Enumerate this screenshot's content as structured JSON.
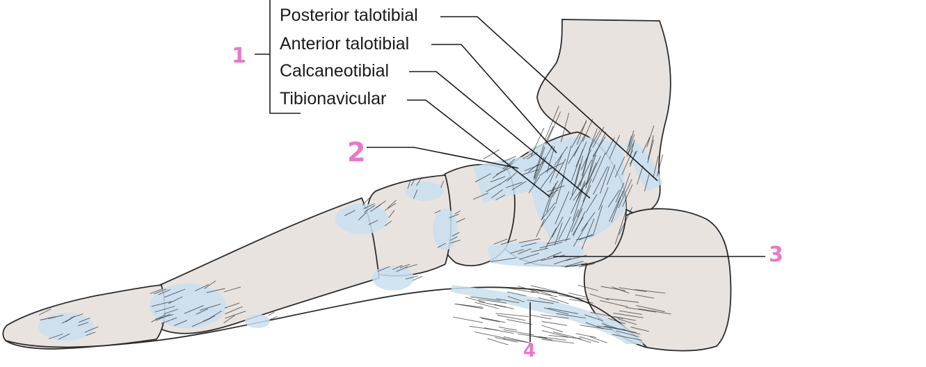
{
  "labels": {
    "posterior_talotibial": "Posterior talotibial",
    "anterior_talotibial": "Anterior talotibial",
    "calcaneotibial": "Calcaneotibial",
    "tibionavicular": "Tibionavicular"
  },
  "annotations": {
    "one": "1",
    "two": "2",
    "three": "3",
    "four": "4"
  },
  "colors": {
    "bone": "#e9e3e0",
    "outline": "#2b2b2b",
    "ligament": "#c9dff0",
    "annotation": "#e879c7",
    "leader": "#1a1a1a"
  }
}
